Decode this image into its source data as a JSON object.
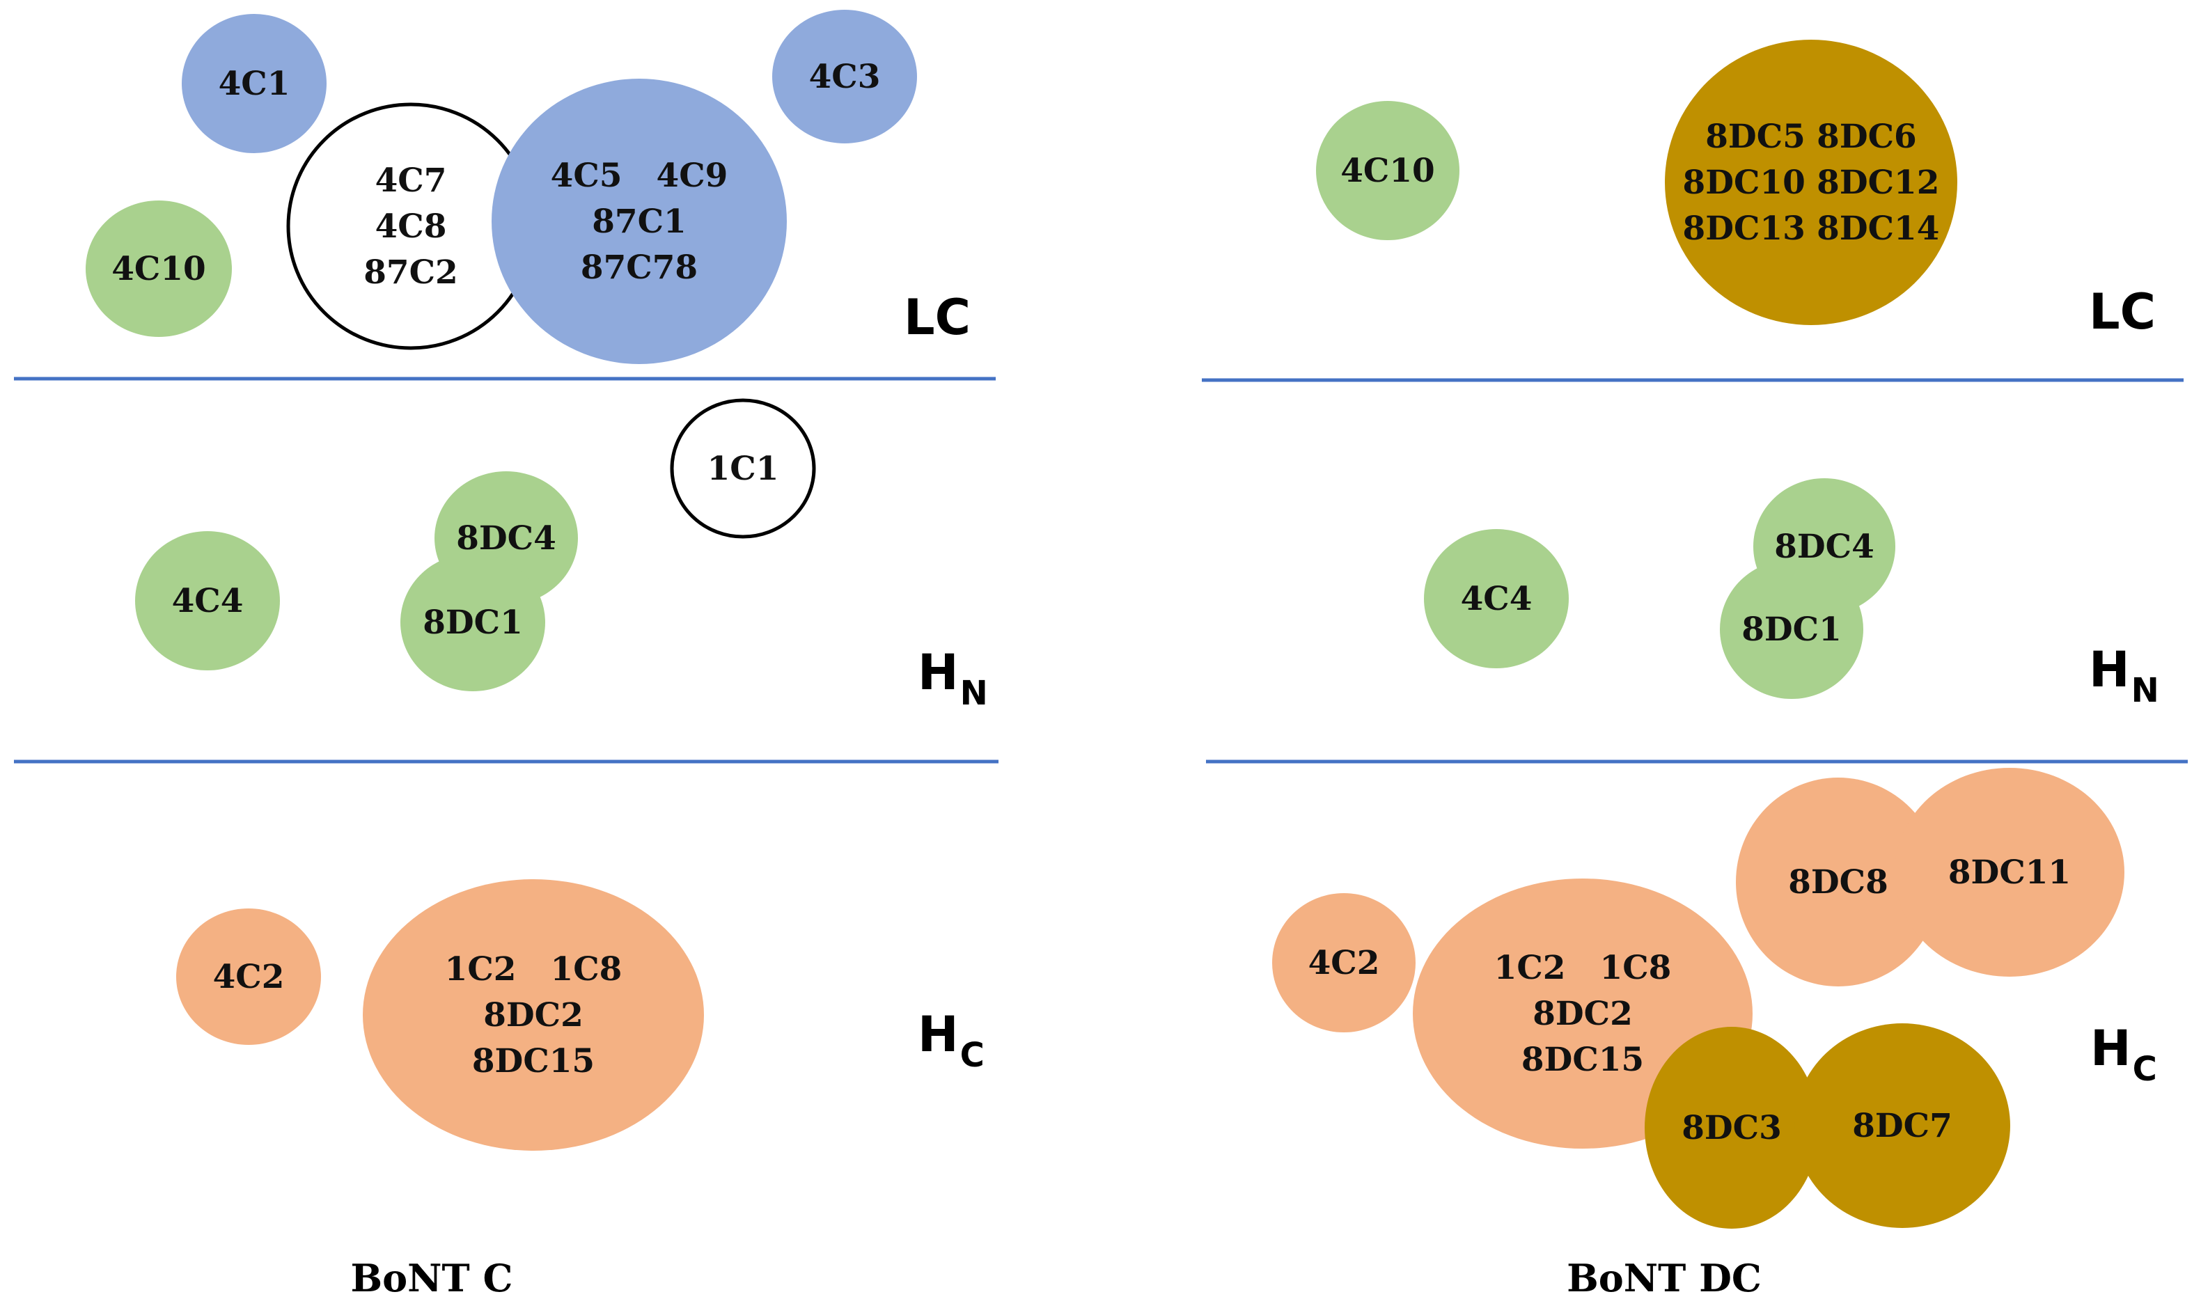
{
  "colors": {
    "blue": "#8faadc",
    "green": "#a9d18e",
    "salmon": "#f4b183",
    "gold": "#bf9000",
    "white": "#ffffff",
    "outline": "#000000",
    "divider": "#4472c4"
  },
  "panels": [
    {
      "title": "BoNT C",
      "regions": [
        {
          "main": "LC",
          "sub": ""
        },
        {
          "main": "H",
          "sub": "N"
        },
        {
          "main": "H",
          "sub": "C"
        }
      ],
      "bubbles": [
        {
          "color": "blue",
          "lines": [
            "4C1"
          ]
        },
        {
          "color": "blue",
          "lines": [
            "4C3"
          ]
        },
        {
          "color": "white",
          "lines": [
            "4C7",
            "4C8",
            "87C2"
          ]
        },
        {
          "color": "blue",
          "lines": [
            "4C5   4C9",
            "87C1",
            "87C78"
          ]
        },
        {
          "color": "green",
          "lines": [
            "4C10"
          ]
        },
        {
          "color": "white",
          "lines": [
            "1C1"
          ]
        },
        {
          "color": "green",
          "lines": [
            "8DC4"
          ]
        },
        {
          "color": "green",
          "lines": [
            "8DC1"
          ]
        },
        {
          "color": "green",
          "lines": [
            "4C4"
          ]
        },
        {
          "color": "salmon",
          "lines": [
            "4C2"
          ]
        },
        {
          "color": "salmon",
          "lines": [
            "1C2   1C8",
            "8DC2",
            "8DC15"
          ]
        }
      ]
    },
    {
      "title": "BoNT DC",
      "regions": [
        {
          "main": "LC",
          "sub": ""
        },
        {
          "main": "H",
          "sub": "N"
        },
        {
          "main": "H",
          "sub": "C"
        }
      ],
      "bubbles": [
        {
          "color": "green",
          "lines": [
            "4C10"
          ]
        },
        {
          "color": "gold",
          "lines": [
            "8DC5 8DC6",
            "8DC10 8DC12",
            "8DC13 8DC14"
          ]
        },
        {
          "color": "green",
          "lines": [
            "4C4"
          ]
        },
        {
          "color": "green",
          "lines": [
            "8DC4"
          ]
        },
        {
          "color": "green",
          "lines": [
            "8DC1"
          ]
        },
        {
          "color": "salmon",
          "lines": [
            "8DC8"
          ]
        },
        {
          "color": "salmon",
          "lines": [
            "8DC11"
          ]
        },
        {
          "color": "salmon",
          "lines": [
            "4C2"
          ]
        },
        {
          "color": "salmon",
          "lines": [
            "1C2   1C8",
            "8DC2",
            "8DC15"
          ]
        },
        {
          "color": "gold",
          "lines": [
            "8DC3"
          ]
        },
        {
          "color": "gold",
          "lines": [
            "8DC7"
          ]
        }
      ]
    }
  ]
}
